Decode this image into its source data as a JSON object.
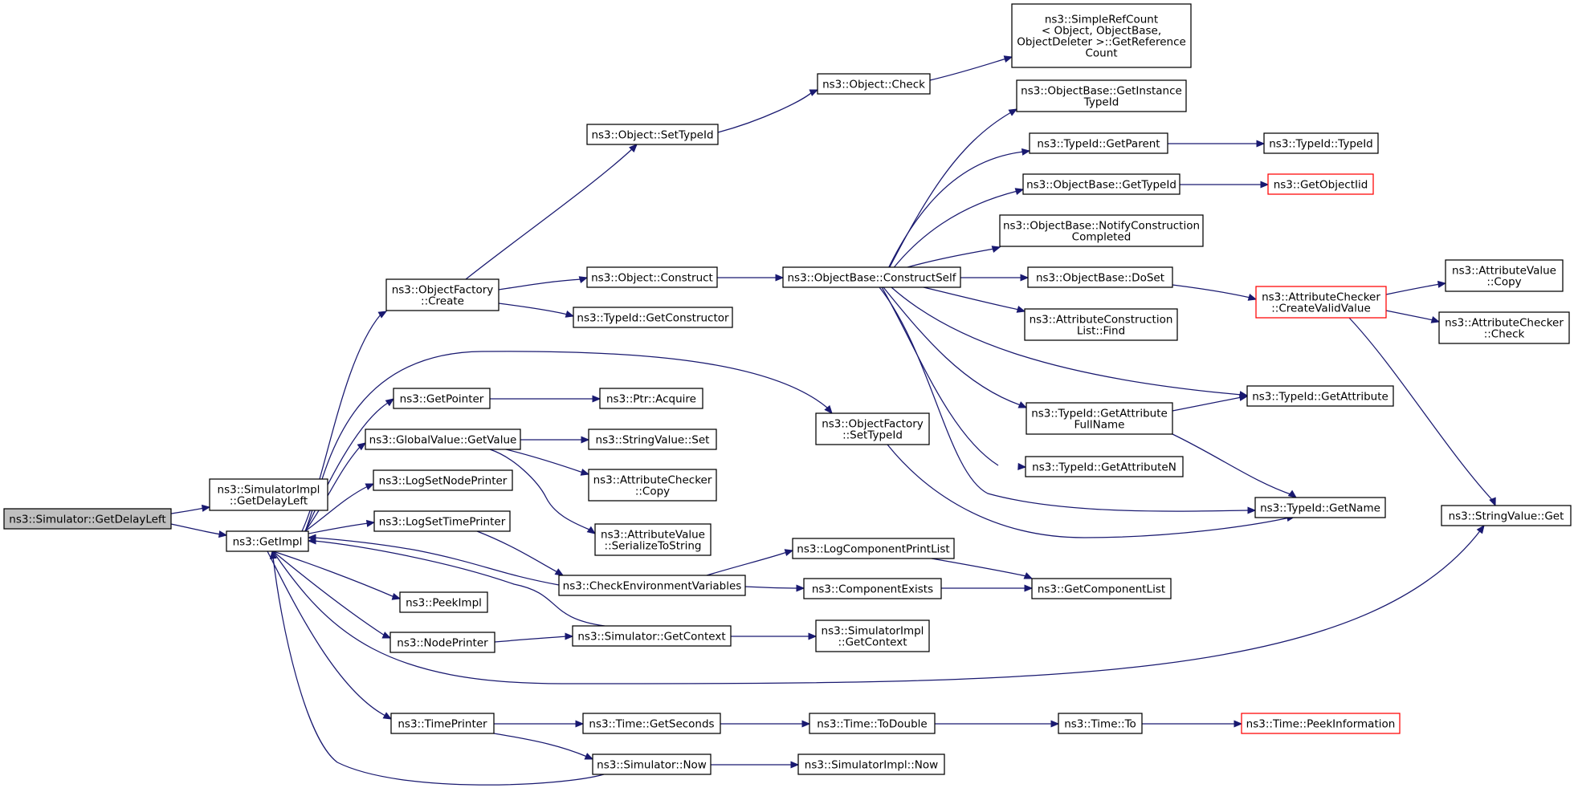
{
  "graph": {
    "nodes": {
      "getDelayLeft": {
        "lines": [
          "ns3::Simulator::GetDelayLeft"
        ]
      },
      "simImplGetDelayLeft": {
        "lines": [
          "ns3::SimulatorImpl",
          "::GetDelayLeft"
        ]
      },
      "getImpl": {
        "lines": [
          "ns3::GetImpl"
        ]
      },
      "objFactoryCreate": {
        "lines": [
          "ns3::ObjectFactory",
          "::Create"
        ]
      },
      "getPointer": {
        "lines": [
          "ns3::GetPointer"
        ]
      },
      "globalValueGetValue": {
        "lines": [
          "ns3::GlobalValue::GetValue"
        ]
      },
      "logSetNodePrinter": {
        "lines": [
          "ns3::LogSetNodePrinter"
        ]
      },
      "logSetTimePrinter": {
        "lines": [
          "ns3::LogSetTimePrinter"
        ]
      },
      "peekImpl": {
        "lines": [
          "ns3::PeekImpl"
        ]
      },
      "nodePrinter": {
        "lines": [
          "ns3::NodePrinter"
        ]
      },
      "timePrinter": {
        "lines": [
          "ns3::TimePrinter"
        ]
      },
      "objectSetTypeId": {
        "lines": [
          "ns3::Object::SetTypeId"
        ]
      },
      "objectConstruct": {
        "lines": [
          "ns3::Object::Construct"
        ]
      },
      "typeIdGetConstructor": {
        "lines": [
          "ns3::TypeId::GetConstructor"
        ]
      },
      "ptrAcquire": {
        "lines": [
          "ns3::Ptr::Acquire"
        ]
      },
      "stringValueSet": {
        "lines": [
          "ns3::StringValue::Set"
        ]
      },
      "attrCheckerCopy": {
        "lines": [
          "ns3::AttributeChecker",
          "::Copy"
        ]
      },
      "attrValueSerialize": {
        "lines": [
          "ns3::AttributeValue",
          "::SerializeToString"
        ]
      },
      "checkEnvVars": {
        "lines": [
          "ns3::CheckEnvironmentVariables"
        ]
      },
      "simGetContext": {
        "lines": [
          "ns3::Simulator::GetContext"
        ]
      },
      "timeGetSeconds": {
        "lines": [
          "ns3::Time::GetSeconds"
        ]
      },
      "simNow": {
        "lines": [
          "ns3::Simulator::Now"
        ]
      },
      "objectCheck": {
        "lines": [
          "ns3::Object::Check"
        ]
      },
      "objBaseConstructSelf": {
        "lines": [
          "ns3::ObjectBase::ConstructSelf"
        ]
      },
      "objFactorySetTypeId": {
        "lines": [
          "ns3::ObjectFactory",
          "::SetTypeId"
        ]
      },
      "logCompPrintList": {
        "lines": [
          "ns3::LogComponentPrintList"
        ]
      },
      "componentExists": {
        "lines": [
          "ns3::ComponentExists"
        ]
      },
      "simImplGetContext": {
        "lines": [
          "ns3::SimulatorImpl",
          "::GetContext"
        ]
      },
      "timeToDouble": {
        "lines": [
          "ns3::Time::ToDouble"
        ]
      },
      "simImplNow": {
        "lines": [
          "ns3::SimulatorImpl::Now"
        ]
      },
      "simpleRefCount": {
        "lines": [
          "ns3::SimpleRefCount",
          "< Object, ObjectBase,",
          " ObjectDeleter >::GetReference",
          "Count"
        ]
      },
      "objBaseGetInstanceTypeId": {
        "lines": [
          "ns3::ObjectBase::GetInstance",
          "TypeId"
        ]
      },
      "typeIdGetParent": {
        "lines": [
          "ns3::TypeId::GetParent"
        ]
      },
      "objBaseGetTypeId": {
        "lines": [
          "ns3::ObjectBase::GetTypeId"
        ]
      },
      "objBaseNotify": {
        "lines": [
          "ns3::ObjectBase::NotifyConstruction",
          "Completed"
        ]
      },
      "objBaseDoSet": {
        "lines": [
          "ns3::ObjectBase::DoSet"
        ]
      },
      "attrConstructionListFind": {
        "lines": [
          "ns3::AttributeConstruction",
          "List::Find"
        ]
      },
      "typeIdGetAttrFullName": {
        "lines": [
          "ns3::TypeId::GetAttribute",
          "FullName"
        ]
      },
      "typeIdGetAttributeN": {
        "lines": [
          "ns3::TypeId::GetAttributeN"
        ]
      },
      "getComponentList": {
        "lines": [
          "ns3::GetComponentList"
        ]
      },
      "timeTo": {
        "lines": [
          "ns3::Time::To"
        ]
      },
      "typeIdTypeId": {
        "lines": [
          "ns3::TypeId::TypeId"
        ]
      },
      "getObjectIid": {
        "lines": [
          "ns3::GetObjectIid"
        ]
      },
      "attrCheckerCreateValid": {
        "lines": [
          "ns3::AttributeChecker",
          "::CreateValidValue"
        ]
      },
      "typeIdGetAttribute": {
        "lines": [
          "ns3::TypeId::GetAttribute"
        ]
      },
      "typeIdGetName": {
        "lines": [
          "ns3::TypeId::GetName"
        ]
      },
      "timePeekInformation": {
        "lines": [
          "ns3::Time::PeekInformation"
        ]
      },
      "attrValueCopy": {
        "lines": [
          "ns3::AttributeValue",
          "::Copy"
        ]
      },
      "attrCheckerCheck": {
        "lines": [
          "ns3::AttributeChecker",
          "::Check"
        ]
      },
      "stringValueGet": {
        "lines": [
          "ns3::StringValue::Get"
        ]
      }
    },
    "colors": {
      "edge": "#191970",
      "root_fill": "#bfbfbf",
      "node_border": "#000000",
      "external_border": "#ff0000"
    }
  }
}
